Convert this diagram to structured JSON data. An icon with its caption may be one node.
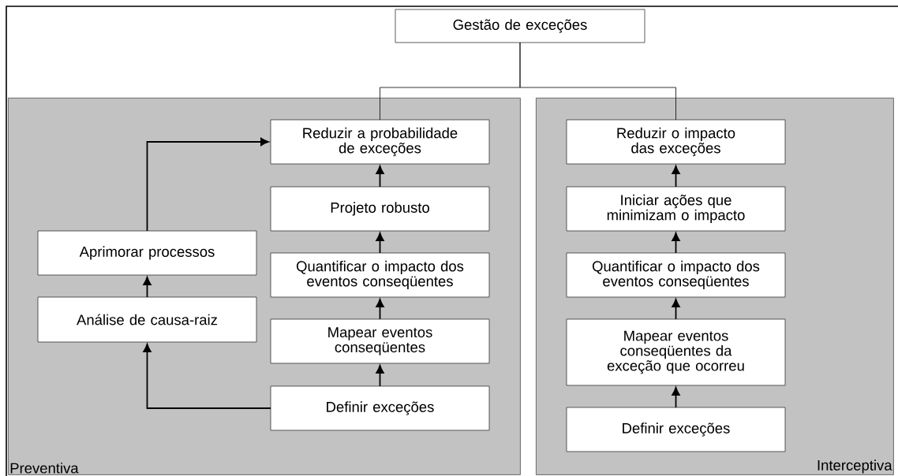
{
  "diagram": {
    "nodes": [
      {
        "text": [
          "Gestão de exceções"
        ]
      },
      {
        "text": [
          "Preventiva"
        ]
      },
      {
        "text": [
          "Reduzir a probabilidade de exceções"
        ],
        "in": 1
      },
      {
        "text": [
          "Aprimorar processos"
        ],
        "in": 1
      },
      {
        "text": [
          "Projeto robusto"
        ],
        "in": 1
      },
      {
        "text": [
          "Quantificar o impacto dos eventos conseqüentes"
        ],
        "in": 1
      },
      {
        "text": [
          "Análise de causa-raiz"
        ],
        "in": 1
      },
      {
        "text": [
          "Mapear eventos conseqüentes"
        ],
        "in": 1
      },
      {
        "text": [
          "Definir exceções"
        ],
        "in": 1
      },
      {
        "text": [
          "Interceptiva"
        ]
      },
      {
        "text": [
          "Reduzir o impacto das exceções"
        ],
        "in": 9
      },
      {
        "text": [
          "Iniciar ações que minimizam o impacto"
        ],
        "in": 9
      },
      {
        "text": [
          "Quantificar o impacto dos eventos conseqüentes"
        ],
        "in": 9
      },
      {
        "text": [
          "Mapear eventos conseqüentes da exceção que ocorreu"
        ],
        "in": 9
      },
      {
        "text": [
          "Definir exceções"
        ],
        "in": 9
      }
    ],
    "edges": [
      {
        "from": 0,
        "to": 2,
        "arrow": "none"
      },
      {
        "from": 0,
        "to": 10,
        "arrow": "none"
      },
      {
        "from": 8,
        "to": 7,
        "arrow": "to"
      },
      {
        "from": 7,
        "to": 5,
        "arrow": "to"
      },
      {
        "from": 5,
        "to": 4,
        "arrow": "to"
      },
      {
        "from": 4,
        "to": 2,
        "arrow": "to"
      },
      {
        "from": 8,
        "to": 6,
        "arrow": "to"
      },
      {
        "from": 6,
        "to": 3,
        "arrow": "to"
      },
      {
        "from": 3,
        "to": 2,
        "arrow": "to"
      },
      {
        "from": 14,
        "to": 13,
        "arrow": "to"
      },
      {
        "from": 13,
        "to": 12,
        "arrow": "to"
      },
      {
        "from": 12,
        "to": 11,
        "arrow": "to"
      },
      {
        "from": 11,
        "to": 10,
        "arrow": "to"
      }
    ]
  }
}
